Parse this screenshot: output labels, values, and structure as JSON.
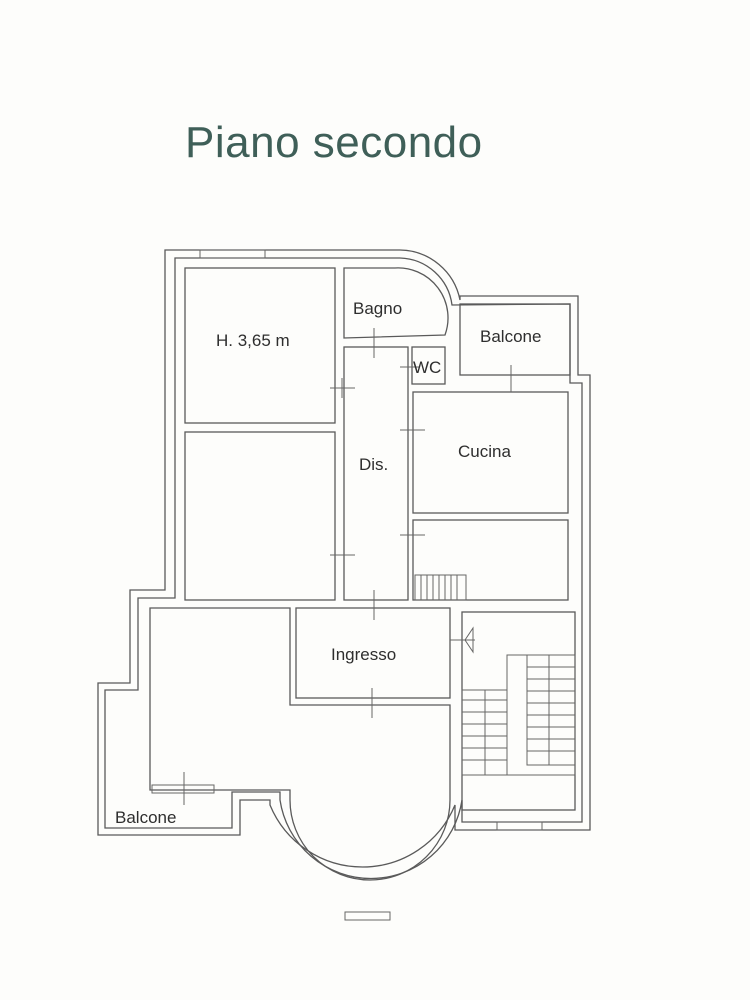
{
  "title": "Piano secondo",
  "rooms": {
    "height_label": "H. 3,65 m",
    "bagno": "Bagno",
    "balcone_top": "Balcone",
    "wc": "WC",
    "dis": "Dis.",
    "cucina": "Cucina",
    "ingresso": "Ingresso",
    "balcone_bottom": "Balcone"
  }
}
